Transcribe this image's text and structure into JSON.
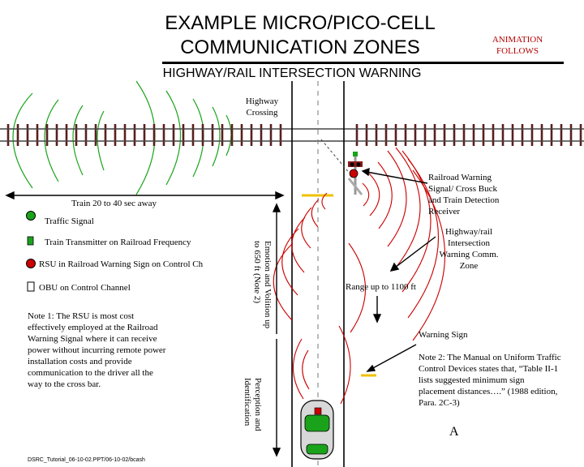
{
  "header": {
    "title_line1": "EXAMPLE MICRO/PICO-CELL",
    "title_line2": "COMMUNICATION ZONES",
    "animation_note": "ANIMATION FOLLOWS",
    "subtitle": "HIGHWAY/RAIL INTERSECTION WARNING"
  },
  "labels": {
    "highway_crossing": "Highway Crossing",
    "railroad_warning": "Railroad Warning Signal/ Cross Buck and Train Detection Receiver",
    "train_range": "Train 20 to 40 sec away",
    "intersection_zone": "Highway/rail Intersection Warning Comm. Zone",
    "range_1100": "Range up to 1100 ft",
    "warning_sign": "Warning Sign",
    "emotion_volition": "Emotion and Volition up to 650 ft (Note 2)",
    "perception": "Perception and Identification",
    "vehicle_letter": "A"
  },
  "legend": {
    "traffic_signal": "Traffic Signal",
    "train_transmitter": "Train Transmitter on Railroad Frequency",
    "rsu": "RSU in Railroad Warning Sign on Control Ch",
    "obu": "OBU on Control Channel"
  },
  "notes": {
    "note1": "Note 1: The RSU is most cost effectively employed at the Railroad Warning Signal where it can receive power without incurring remote power installation costs and provide communication to the driver all the way to the cross bar.",
    "note2": "Note 2: The Manual on Uniform Traffic Control Devices states that, “Table II-1 lists suggested minimum sign placement distances….” (1988 edition, Para. 2C-3)"
  },
  "footer": "DSRC_Tutorial_06-10-02.PPT/06-10-02/bcash",
  "colors": {
    "green": "#1aa31a",
    "red": "#cc0000",
    "rail_brown": "#5a1e1e",
    "sign_yellow": "#f0c000"
  }
}
